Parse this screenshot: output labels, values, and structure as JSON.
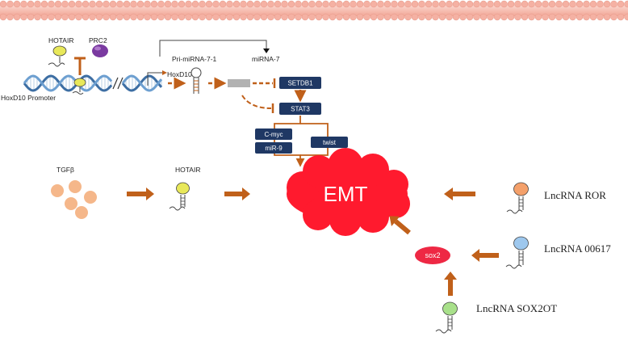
{
  "membrane": {
    "label": ""
  },
  "labels": {
    "hotair_top": "HOTAIR",
    "prc2": "PRC2",
    "hoxd10_promoter": "HoxD10 Promoter",
    "hoxd10": "HoxD10",
    "pri_mirna": "Pri-miRNA-7-1",
    "mirna7": "miRNA-7",
    "tgfb": "TGFβ",
    "hotair_mid": "HOTAIR",
    "lnc_ror": "LncRNA ROR",
    "lnc_00617": "LncRNA 00617",
    "lnc_sox2ot": "LncRNA SOX2OT"
  },
  "boxes": {
    "setdb1": "SETDB1",
    "stat3": "STAT3",
    "cmyc": "C-myc",
    "mir9": "miR-9",
    "twist": "twist"
  },
  "emt": "EMT",
  "sox2": "sox2",
  "colors": {
    "arrow": "#c0601a",
    "box": "#1f3864",
    "emt": "#ff1a2e",
    "sox2": "#ee2844",
    "tgfb_ball": "#f5b78a",
    "hotair_head": "#e8e85a",
    "ror_head": "#f4a06a",
    "l00617_head": "#9ec8ee",
    "sox2ot_head": "#a8e08a",
    "prc2": "#7a3aa0",
    "dna": "#4a7fb5"
  }
}
